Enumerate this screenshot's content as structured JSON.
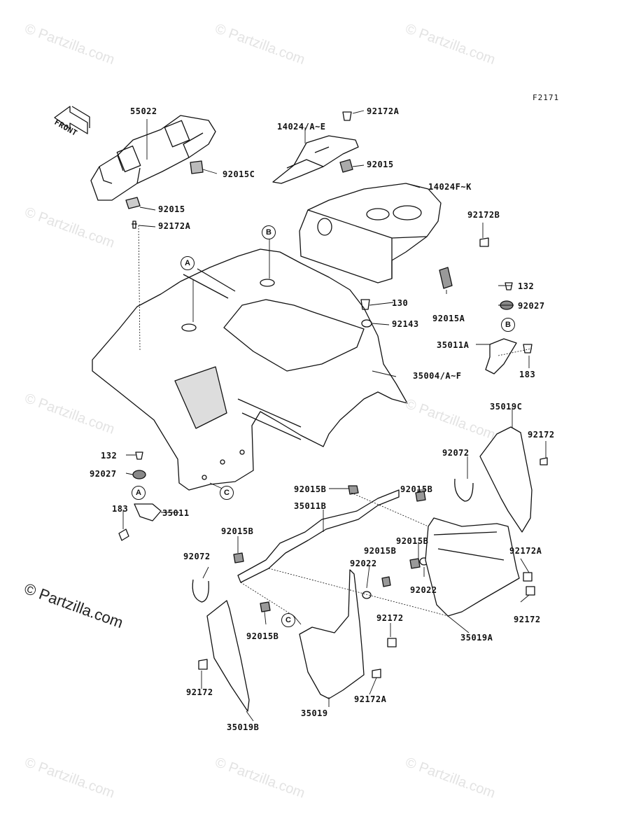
{
  "diagram_code": "F2171",
  "front_arrow_label": "FRONT",
  "copyright": "© Partzilla.com",
  "watermark": "© Partzilla.com",
  "callouts": [
    "A",
    "B",
    "C",
    "A",
    "B",
    "C"
  ],
  "part_labels": [
    "55022",
    "92015C",
    "92015",
    "92172A",
    "14024/A~E",
    "92172A",
    "92015",
    "14024F~K",
    "92172B",
    "92015A",
    "130",
    "92143",
    "35004/A~F",
    "132",
    "92027",
    "35011A",
    "183",
    "132",
    "92027",
    "183",
    "35011",
    "35019C",
    "92172",
    "92072",
    "92015B",
    "92015B",
    "35011B",
    "92015B",
    "92015B",
    "92015B",
    "92022",
    "92022",
    "92172A",
    "92072",
    "92172",
    "92172",
    "92015B",
    "35019A",
    "92172A",
    "92172",
    "35019",
    "35019B"
  ]
}
